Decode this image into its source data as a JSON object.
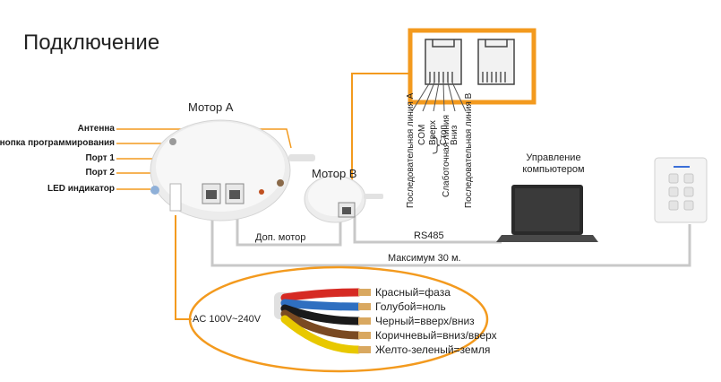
{
  "title": "Подключение",
  "labels": {
    "antenna": "Антенна",
    "prog_button": "Кнопка программирования",
    "port1": "Порт 1",
    "port2": "Порт 2",
    "led": "LED индикатор",
    "motor_a": "Мотор A",
    "motor_b": "Мотор B",
    "aux_motor": "Доп. мотор",
    "rs485": "RS485",
    "max_distance": "Максимум 30 м.",
    "computer_control": "Управление компьютером",
    "ac_power": "AC 100V~240V"
  },
  "pinout": [
    "Последовательная линия A",
    "COM",
    "Вверх",
    "Стоп",
    "Вниз",
    "Слаботочная линия",
    "Последовательная линия B"
  ],
  "wires": [
    {
      "label": "Красный=фаза",
      "color": "#d62a23"
    },
    {
      "label": "Голубой=ноль",
      "color": "#2f6fc0"
    },
    {
      "label": "Черный=вверх/вниз",
      "color": "#1a1a1a"
    },
    {
      "label": "Коричневый=вниз/вверх",
      "color": "#7a4a22"
    },
    {
      "label": "Желто-зеленый=земля",
      "color": "#e8c800"
    }
  ],
  "colors": {
    "accent": "#f39a1e",
    "cable": "#c8c8c8"
  }
}
